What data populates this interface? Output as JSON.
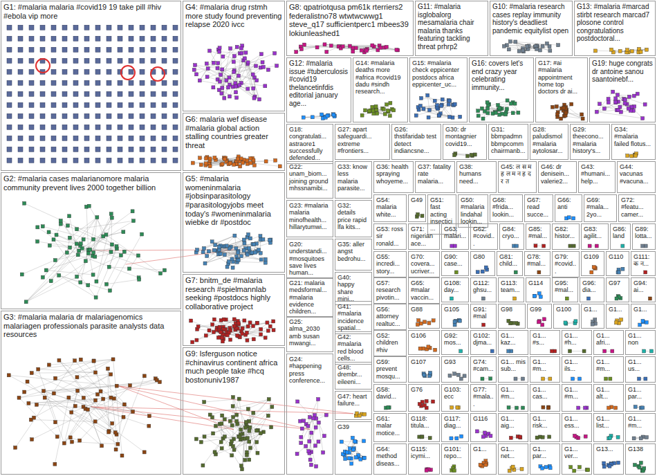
{
  "diagram": {
    "nodes": [
      {
        "text": [
          "G1: #malaria malaria #covid19 19 take pill #hiv #ebola vip more"
        ]
      },
      {
        "text": [
          "G2: #malaria cases malarianomore malaria community prevent lives 2000 together billion"
        ]
      },
      {
        "text": [
          "G3: #malaria malaria dr malariagenomics malariagen professionals parasite analysts data resources"
        ]
      },
      {
        "text": [
          "G4: #malaria drug rstmh more study found preventing relapse 2020 ivcc"
        ]
      },
      {
        "text": [
          "G6: malaria wef disease #malaria global action stalling countries greater threat"
        ]
      },
      {
        "text": [
          "G5: #malaria womeninmalaria #jobsinparasitology #parasitologyjobs meet today's #womeninmalaria wiebke dr #postdoc"
        ]
      },
      {
        "text": [
          "G7: bnitm_de #malaria research #spielmannlab seeking #postdocs highly collaborative project"
        ]
      },
      {
        "text": [
          "G9: lsferguson notice #chinavirus continent africa much people take #hcq bostonuniv1987"
        ]
      },
      {
        "text": [
          "G8: qpatriotqusa pm61k rterriers2 federalistno78 wtwtwcwwg1 steve_q17 sufficientperc1 mbees39 lokiunleashed1"
        ]
      },
      {
        "text": [
          "G11: #malaria isglobalorg mesamalaria chair malaria thanks featuring tackling threat prhrp2"
        ]
      },
      {
        "text": [
          "G10: #malaria research cases replay immunity history's deadliest pandemic equitylist open"
        ]
      },
      {
        "text": [
          "G13: #malaria #marcad stirbt research marcad7 plosone control congratulations postdoctoral..."
        ]
      },
      {
        "text": [
          "G12: #malaria issue #tuberculosis #covid19 thelancetinfdis editorial january age..."
        ]
      },
      {
        "text": [
          "G14: #malaria deaths more #africa #covid19 dadu #sindh research..."
        ]
      },
      {
        "text": [
          "G15: #malaria check eppicenter postdocs africa eppicenter_uc..."
        ]
      },
      {
        "text": [
          "G16: covers let's end crazy year celebrating immunity..."
        ]
      },
      {
        "text": [
          "G17: #ai #malaria appointment home top doctors dr ai..."
        ]
      },
      {
        "text": [
          "G19: huge congrats dr antoine sanou saantoinebf..."
        ]
      },
      {
        "text": [
          "G18: congratulati... astraore1 successfully defended..."
        ]
      },
      {
        "text": [
          "G27: apart safeguardi... extreme #frontiers..."
        ]
      },
      {
        "text": [
          "G26: thstifaridab test detect indiancsne..."
        ]
      },
      {
        "text": [
          "G30: dr montagnier covid19..."
        ]
      },
      {
        "text": [
          "G31: bbmpadmn bbmpcomm chairmanb..."
        ]
      },
      {
        "text": [
          "G28: paludismol #malaria aytolosar..."
        ]
      },
      {
        "text": [
          "G29: theecono... #malaria history's..."
        ]
      },
      {
        "text": [
          "G34: #malaria failed flotus..."
        ]
      },
      {
        "text": [
          "G22: unam_biom... joining ground mhssnamibi..."
        ]
      },
      {
        "text": [
          "G23: #malaria malaria minofhealth... hillarytumwi..."
        ]
      },
      {
        "text": [
          "G20: understandi... #mosquitoes save lives human..."
        ]
      },
      {
        "text": [
          "G21: malaria medsformal... #malaria evidence children..."
        ]
      },
      {
        "text": [
          "G25: alma_2030 amb susan mwangi..."
        ]
      },
      {
        "text": [
          "G24: #happening press conference..."
        ]
      },
      {
        "text": [
          "G33: know less malaria parasite..."
        ]
      },
      {
        "text": [
          "G32: details price rapid lfa kits..."
        ]
      },
      {
        "text": [
          "G35: aller angst bedrohu..."
        ]
      },
      {
        "text": [
          "G40: happy share mini..."
        ]
      },
      {
        "text": [
          "G41: #malaria incidence spatial..."
        ]
      },
      {
        "text": [
          "G42: #malaria red blood cells..."
        ]
      },
      {
        "text": [
          "G48: drembr... eileeni..."
        ]
      },
      {
        "text": [
          "G47: heart failure..."
        ]
      },
      {
        "text": [
          "G39"
        ]
      },
      {
        "text": [
          "G36: health spraying whoyeme..."
        ]
      },
      {
        "text": [
          "G37: fatality rate malaria..."
        ]
      },
      {
        "text": [
          "G38: humans need..."
        ]
      },
      {
        "text": [
          "G45: ल स म ह ल म न ह द र त"
        ]
      },
      {
        "text": [
          "G46: dr denisein... valerie2..."
        ]
      },
      {
        "text": [
          "G43: #humani... help..."
        ]
      },
      {
        "text": [
          "G44: vacunas #vacuna..."
        ]
      },
      {
        "text": [
          "G54: malaria white..."
        ]
      },
      {
        "text": [
          "G49"
        ]
      },
      {
        "text": [
          "G51: fast acting insectici..."
        ]
      },
      {
        "text": [
          "G50: #malaria lindahal lookin..."
        ]
      },
      {
        "text": [
          "G68: #frida... lookin..."
        ]
      },
      {
        "text": [
          "G67: read succe..."
        ]
      },
      {
        "text": [
          "G66: anti"
        ]
      },
      {
        "text": [
          "G69: #mala... 2yo..."
        ]
      },
      {
        "text": [
          "G72: #featu... camer..."
        ]
      },
      {
        "text": [
          "G53: ross sir ronald..."
        ]
      },
      {
        "text": [
          "G71: nigerian ace..."
        ]
      },
      {
        "text": [
          "G63: malari..."
        ]
      },
      {
        "text": [
          "G62: #covid..."
        ]
      },
      {
        "text": [
          "G84: cryo..."
        ]
      },
      {
        "text": [
          "G85: #mal..."
        ]
      },
      {
        "text": [
          "G82: histor..."
        ]
      },
      {
        "text": [
          "G83: agilit..."
        ]
      },
      {
        "text": [
          "G86: land"
        ]
      },
      {
        "text": [
          "G89: lotta..."
        ]
      },
      {
        "text": [
          "G55: incredi... story..."
        ]
      },
      {
        "text": [
          "G70: covera... ucriver..."
        ]
      },
      {
        "text": [
          "G90: case..."
        ]
      },
      {
        "text": [
          "G80"
        ]
      },
      {
        "text": [
          "G81: child..."
        ]
      },
      {
        "text": [
          "G78: #mal..."
        ]
      },
      {
        "text": [
          "G79: #covid..."
        ]
      },
      {
        "text": [
          "G109"
        ]
      },
      {
        "text": [
          "G110"
        ]
      },
      {
        "text": [
          "G111: क न..."
        ]
      },
      {
        "text": [
          "G57: research pivotin..."
        ]
      },
      {
        "text": [
          "G65: #malar vaccin..."
        ]
      },
      {
        "text": [
          "G108: day..."
        ]
      },
      {
        "text": [
          "G112: ghsu..."
        ]
      },
      {
        "text": [
          "G113: team..."
        ]
      },
      {
        "text": [
          "G114"
        ]
      },
      {
        "text": [
          "G95: #mal..."
        ]
      },
      {
        "text": [
          "G96: dia..."
        ]
      },
      {
        "text": [
          "G97"
        ]
      },
      {
        "text": [
          "G94: ai..."
        ]
      },
      {
        "text": [
          "G56: attorney realtuc..."
        ]
      },
      {
        "text": [
          "G88"
        ]
      },
      {
        "text": [
          "G105"
        ]
      },
      {
        "text": [
          "G91: #mal"
        ]
      },
      {
        "text": [
          "G98"
        ]
      },
      {
        "text": [
          "G99"
        ]
      },
      {
        "text": [
          "G100"
        ]
      },
      {
        "text": [
          "G1..."
        ]
      },
      {
        "text": [
          "G1..."
        ]
      },
      {
        "text": [
          "G1..."
        ]
      },
      {
        "text": [
          "G52: children #hiv"
        ]
      },
      {
        "text": [
          "G59: prevent mosqu..."
        ]
      },
      {
        "text": [
          "G58: david..."
        ]
      },
      {
        "text": [
          "G61: malar motice..."
        ]
      },
      {
        "text": [
          "G64: method diseas..."
        ]
      },
      {
        "text": [
          "G106"
        ]
      },
      {
        "text": [
          "G107"
        ]
      },
      {
        "text": [
          "G76"
        ]
      },
      {
        "text": [
          "G118: titula..."
        ]
      },
      {
        "text": [
          "G115: icymi..."
        ]
      },
      {
        "text": [
          "G92: mos..."
        ]
      },
      {
        "text": [
          "G93"
        ]
      },
      {
        "text": [
          "G103: ecc"
        ]
      },
      {
        "text": [
          "G117: diag..."
        ]
      },
      {
        "text": [
          "G101: repo..."
        ]
      },
      {
        "text": [
          "G102: djma..."
        ]
      },
      {
        "text": [
          "G74: #cam..."
        ]
      },
      {
        "text": [
          "G77: #mala..."
        ]
      },
      {
        "text": [
          "G116"
        ]
      },
      {
        "text": [
          "G1..."
        ]
      },
      {
        "text": [
          "G1... kaz..."
        ]
      },
      {
        "text": [
          "G1... #s..."
        ]
      },
      {
        "text": [
          "G1... #h..."
        ]
      },
      {
        "text": [
          "G1... afri..."
        ]
      },
      {
        "text": [
          "G1... non"
        ]
      },
      {
        "text": [
          "G1... mis sub..."
        ]
      },
      {
        "text": [
          "G1... #m..."
        ]
      },
      {
        "text": [
          "G1... ils..."
        ]
      },
      {
        "text": [
          "G1... #m..."
        ]
      },
      {
        "text": [
          "G1... us..."
        ]
      },
      {
        "text": [
          "G1... #m..."
        ]
      },
      {
        "text": [
          "G1... cas..."
        ]
      },
      {
        "text": [
          "G1... #m..."
        ]
      },
      {
        "text": [
          "G1... alt..."
        ]
      },
      {
        "text": [
          "G1... par..."
        ]
      },
      {
        "text": [
          "G1... aig..."
        ]
      },
      {
        "text": [
          "G1... risk..."
        ]
      },
      {
        "text": [
          "G1... ess..."
        ]
      },
      {
        "text": [
          "G1... list..."
        ]
      },
      {
        "text": [
          "G1... #m..."
        ]
      },
      {
        "text": [
          "G1... net..."
        ]
      },
      {
        "text": [
          "G1... par..."
        ]
      },
      {
        "text": [
          "G1... ver..."
        ]
      },
      {
        "text": [
          "G13..."
        ]
      },
      {
        "text": [
          "G138"
        ]
      }
    ]
  }
}
